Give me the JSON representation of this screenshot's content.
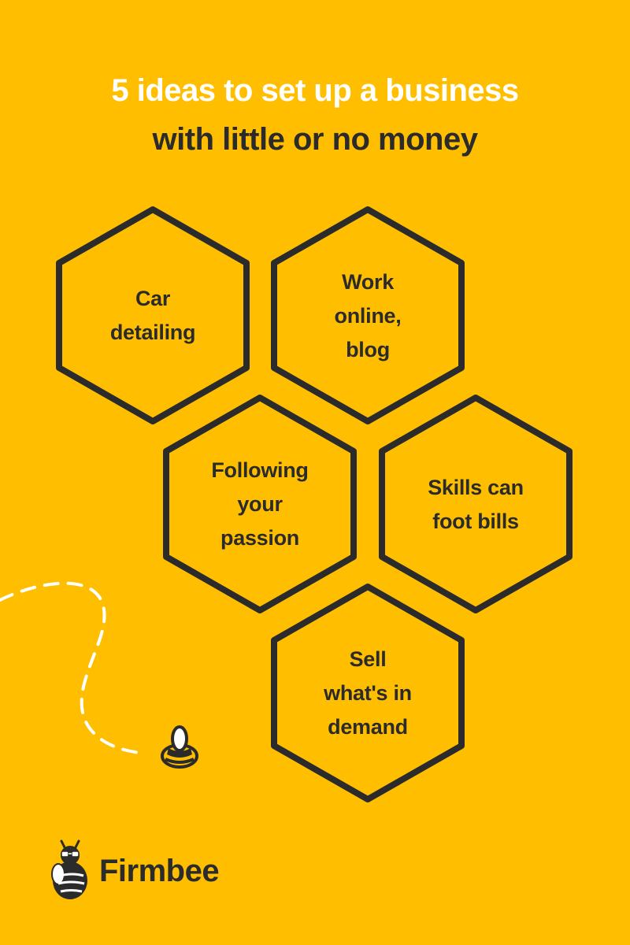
{
  "title": {
    "line1": "5 ideas to set up a business",
    "line2": "with little or no money"
  },
  "ideas": [
    {
      "lines": [
        "Car",
        "detailing"
      ]
    },
    {
      "lines": [
        "Work",
        "online,",
        "blog"
      ]
    },
    {
      "lines": [
        "Following",
        "your",
        "passion"
      ]
    },
    {
      "lines": [
        "Skills can",
        "foot bills"
      ]
    },
    {
      "lines": [
        "Sell",
        "what's in",
        "demand"
      ]
    }
  ],
  "brand": {
    "name": "Firmbee",
    "logo_icon": "firmbee-bee-logo-icon"
  },
  "decoration": {
    "bee_icon": "bee-icon",
    "path": "dashed-flight-path"
  },
  "colors": {
    "background": "#FFBF00",
    "title_highlight": "#FFFFFF",
    "text": "#2B2B2B",
    "hex_stroke": "#2B2B2B"
  }
}
